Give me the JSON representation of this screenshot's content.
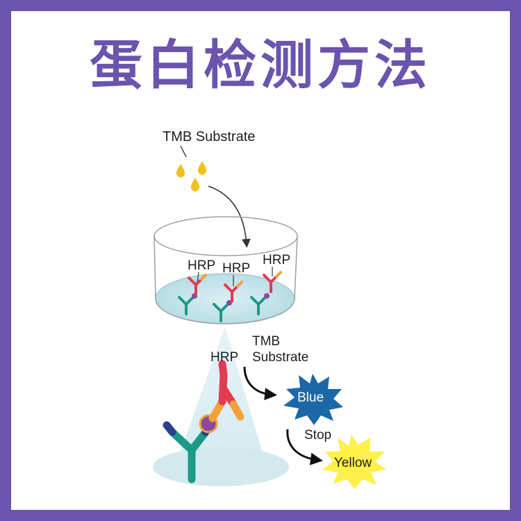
{
  "title": "蛋白检测方法",
  "labels": {
    "tmb_top": "TMB Substrate",
    "hrp_1": "HRP",
    "hrp_2": "HRP",
    "hrp_3": "HRP",
    "hrp_zoom": "HRP",
    "tmb_bottom_1": "TMB",
    "tmb_bottom_2": "Substrate",
    "blue": "Blue",
    "stop": "Stop",
    "yellow": "Yellow"
  },
  "colors": {
    "frame": "#6a54ad",
    "title": "#6a54ad",
    "drop": "#f2c01b",
    "antibody_red": "#e23b52",
    "antibody_teal": "#1b9a86",
    "antibody_navy": "#2c3f8c",
    "antibody_orange": "#f3a23a",
    "blue_burst": "#1b68a8",
    "yellow_burst": "#fff04a"
  }
}
